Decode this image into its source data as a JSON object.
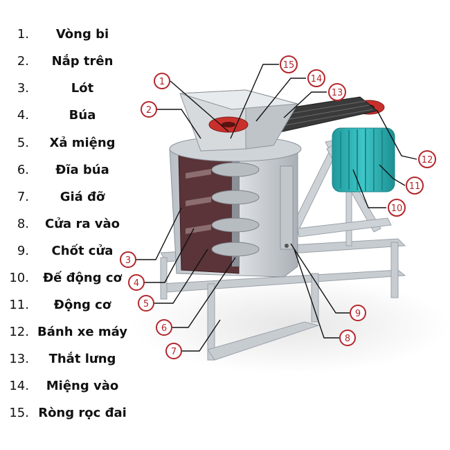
{
  "parts": [
    {
      "number": "1.",
      "label": "Vòng bi"
    },
    {
      "number": "2.",
      "label": "Nắp trên"
    },
    {
      "number": "3.",
      "label": "Lót"
    },
    {
      "number": "4.",
      "label": "Búa"
    },
    {
      "number": "5.",
      "label": "Xả miệng"
    },
    {
      "number": "6.",
      "label": "Đĩa búa"
    },
    {
      "number": "7.",
      "label": "Giá đỡ"
    },
    {
      "number": "8.",
      "label": "Cửa ra vào"
    },
    {
      "number": "9.",
      "label": "Chốt cửa"
    },
    {
      "number": "10.",
      "label": "Đế động cơ"
    },
    {
      "number": "11.",
      "label": "Động cơ"
    },
    {
      "number": "12.",
      "label": "Bánh xe máy"
    },
    {
      "number": "13.",
      "label": "Thắt lưng"
    },
    {
      "number": "14.",
      "label": "Miệng vào"
    },
    {
      "number": "15.",
      "label": "Ròng rọc đai"
    }
  ],
  "callouts": [
    "1",
    "2",
    "3",
    "4",
    "5",
    "6",
    "7",
    "8",
    "9",
    "10",
    "11",
    "12",
    "13",
    "14",
    "15"
  ],
  "colors": {
    "callout": "#b3262b",
    "motor": "#2fb3b5",
    "frame": "#c9ced3",
    "lining": "#5a3438"
  }
}
